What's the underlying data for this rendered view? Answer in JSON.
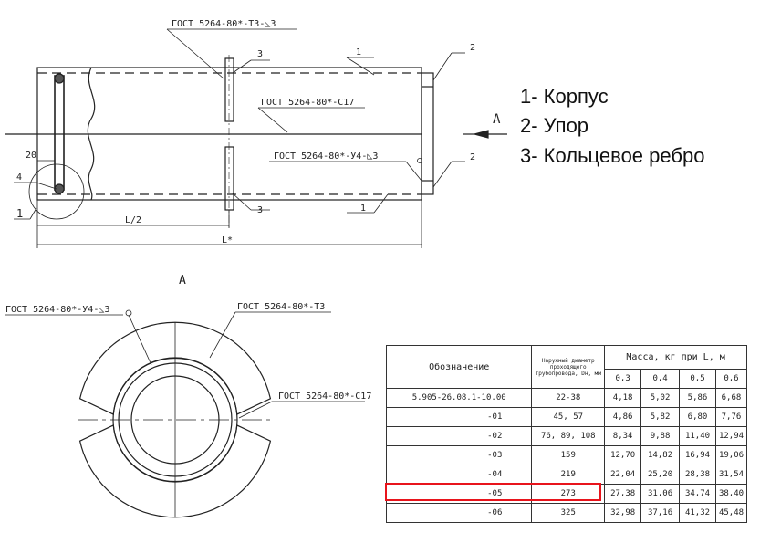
{
  "top_view": {
    "callout_t3": "ГОСТ 5264-80*-Т3-◺3",
    "callout_c17": "ГОСТ 5264-80*-С17",
    "callout_u4": "ГОСТ 5264-80*-У4-◺3",
    "labels": {
      "part1_top": "1",
      "part1_bottom": "1",
      "part1_detail": "1",
      "part2_top": "2",
      "part2_bottom": "2",
      "part3_top": "3",
      "part3_bottom": "3",
      "part4": "4"
    },
    "dim_20": "20",
    "dim_half": "L/2",
    "dim_full": "L*",
    "view_arrow_label": "A"
  },
  "legend": [
    "1- Корпус",
    "2- Упор",
    "3- Кольцевое ребро"
  ],
  "section_view": {
    "title": "A",
    "callout_u4": "ГОСТ 5264-80*-У4-◺3",
    "callout_t3": "ГОСТ 5264-80*-Т3",
    "callout_c17": "ГОСТ 5264-80*-С17"
  },
  "table": {
    "col_designation": "Обозначение",
    "col_diameter": "Наружный диаметр проходящего трубопровода, Dн, мм",
    "col_mass": "Масса, кг при L, м",
    "lengths": [
      "0,3",
      "0,4",
      "0,5",
      "0,6"
    ],
    "rows": [
      {
        "designation": "5.905-26.08.1-10.00",
        "diameter": "22-38",
        "mass": [
          "4,18",
          "5,02",
          "5,86",
          "6,68"
        ]
      },
      {
        "designation": "-01",
        "diameter": "45, 57",
        "mass": [
          "4,86",
          "5,82",
          "6,80",
          "7,76"
        ]
      },
      {
        "designation": "-02",
        "diameter": "76, 89, 108",
        "mass": [
          "8,34",
          "9,88",
          "11,40",
          "12,94"
        ]
      },
      {
        "designation": "-03",
        "diameter": "159",
        "mass": [
          "12,70",
          "14,82",
          "16,94",
          "19,06"
        ]
      },
      {
        "designation": "-04",
        "diameter": "219",
        "mass": [
          "22,04",
          "25,20",
          "28,38",
          "31,54"
        ]
      },
      {
        "designation": "-05",
        "diameter": "273",
        "mass": [
          "27,38",
          "31,06",
          "34,74",
          "38,40"
        ],
        "highlighted": true
      },
      {
        "designation": "-06",
        "diameter": "325",
        "mass": [
          "32,98",
          "37,16",
          "41,32",
          "45,48"
        ]
      }
    ],
    "highlight_color": "#e8141c"
  }
}
